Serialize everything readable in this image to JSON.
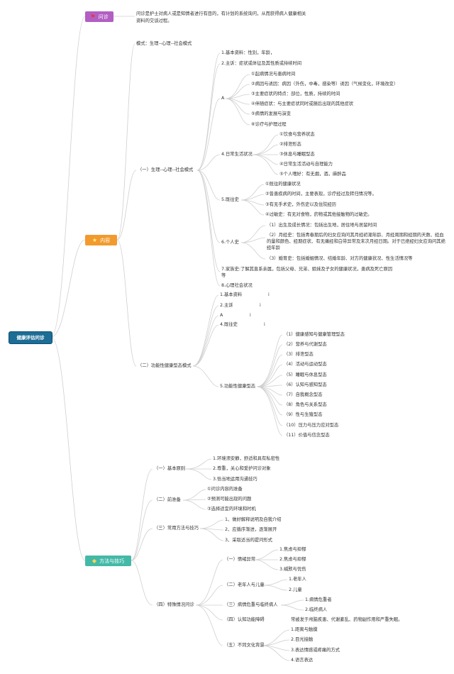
{
  "root": "健康评估问诊",
  "colors": {
    "wenzhen": "#b25ec3",
    "neirong": "#f29a2e",
    "fangfa": "#45b9a7",
    "root": "#1d6d95",
    "line": "#cfcfcf"
  },
  "wenzhen": {
    "icon": "red-flag-icon",
    "label": "问诊",
    "desc": "问诊是护士对病人或是知情者进行有目的，有计划的系统询问，从而获得病人健康相关资料的交谈过程。"
  },
  "neirong": {
    "icon": "star-icon",
    "label": "内容",
    "mode": "模式：生理--心理--社会模式",
    "bio": {
      "label": "（一）生理--心理--社会模式",
      "basic": "1.基本资料：性别，年龄，",
      "complaint": "2.主诉：症状或体征及其性质或持续时间",
      "a_label": "A",
      "a_items": [
        "①起病情况与患病时间",
        "②病因与诱因：病因（外伤，中毒，感染等）诱因（气候变化，环境改变）",
        "③主要症状的特点：部位，性质，持续的时间",
        "④伴随症状：与主要症状同时或随后出现的其他症状",
        "⑤病情的发展与演变",
        "⑥诊疗与护理过程"
      ],
      "daily_label": "4.日常生活状况",
      "daily_items": [
        "①饮食与营养状态",
        "②排泄形态",
        "③休息与睡眠型态",
        "④日常生活活动与自理能力",
        "⑤个人嗜好：有无烟，酒，麻醉品"
      ],
      "past_label": "5.既往史",
      "past_items": [
        "①既往的健康状况",
        "②曾患疾病的时间，主要表现，诊疗经过及转归情况等。",
        "③有无手术史，外伤史以及住院经历",
        "④过敏史：有无对食物，药物或其他接触物的过敏史。"
      ],
      "personal_label": "6.个人史",
      "personal_items": [
        "（1）出生及成长情况：包括出生地，居住地与居留时间",
        "（2）月经史：包括青春期后的妇女应询问其月经初潮年龄、月经周期和经期的天数、经血的量和颜色、经期症状、有无痛经和白带异常及末次月经日期。对于已绝经妇女应询问其绝经年龄",
        "（3）婚育史：包括婚姻情况、结婚年龄、对方的健康状况、性生活情况等"
      ],
      "family": "7.家族史:了解其直系亲属，包括父母、兄弟、姐妹及子女的健康状况，患病及死亡原因等",
      "psych": "8.心理社会状况"
    },
    "func": {
      "label": "（二）功能性健康型态模式",
      "basic": "1.基本资料",
      "complaint": "2.主诉",
      "a_label": "A",
      "past": "4.既往史",
      "mark": "i",
      "pattern_label": "5.功能性健康型态",
      "patterns": [
        "（1）健康感知与健康管理型态",
        "（2）营养与代谢型态",
        "（3）排泄型态",
        "（4）活动与运动型态",
        "（5）睡眠与休息型态",
        "（6）认知与感知型态",
        "（7）自我概念型态",
        "（8）角色与关系型态",
        "（9）性与生殖型态",
        "（10）压力与压力应对型态",
        "（11）价值与信念型态"
      ]
    }
  },
  "fangfa": {
    "icon": "gem-icon",
    "label": "方法与技巧",
    "principle": {
      "label": "（一）基本原则",
      "items": [
        "1.环境须安静，舒适和具有私密性",
        "2.尊重，关心和爱护问诊对象",
        "3.恰当地运用沟通技巧"
      ]
    },
    "prep": {
      "label": "（二）前准备",
      "items": [
        "①问诊内容的准备",
        "②预测可能出现的问题",
        "③选择适宜的环境和时机"
      ]
    },
    "method": {
      "label": "（三）常用方法与技巧",
      "items": [
        "1、做好解释说明及自我介绍",
        "2、应循序渐进，逐渐展开",
        "3、采取适当的提问形式"
      ]
    },
    "special": {
      "label": "（四）特殊情况问诊",
      "emotion": {
        "label": "（一）情绪异常",
        "items": [
          "1.焦虑与抑郁",
          "2.焦虑与抑郁",
          "3.缄默与忧伤"
        ]
      },
      "age": {
        "label": "（二）老年人与儿童",
        "items": [
          "1.老年人",
          "2.儿童"
        ]
      },
      "critical": {
        "label": "（三）病情危重与临终病人",
        "items": [
          "1.病情危重者",
          "2.临终病人"
        ]
      },
      "cognitive": {
        "label": "（四）认知功能障碍",
        "note": "常被发于颅脑疾患、代谢紊乱、药物副作用和严重失眠。"
      },
      "culture": {
        "label": "（五）不同文化背景",
        "items": [
          "1.距离与触摸",
          "2.目光接触",
          "3.表达情感或疼痛的方式",
          "4.语言表达"
        ]
      }
    }
  }
}
